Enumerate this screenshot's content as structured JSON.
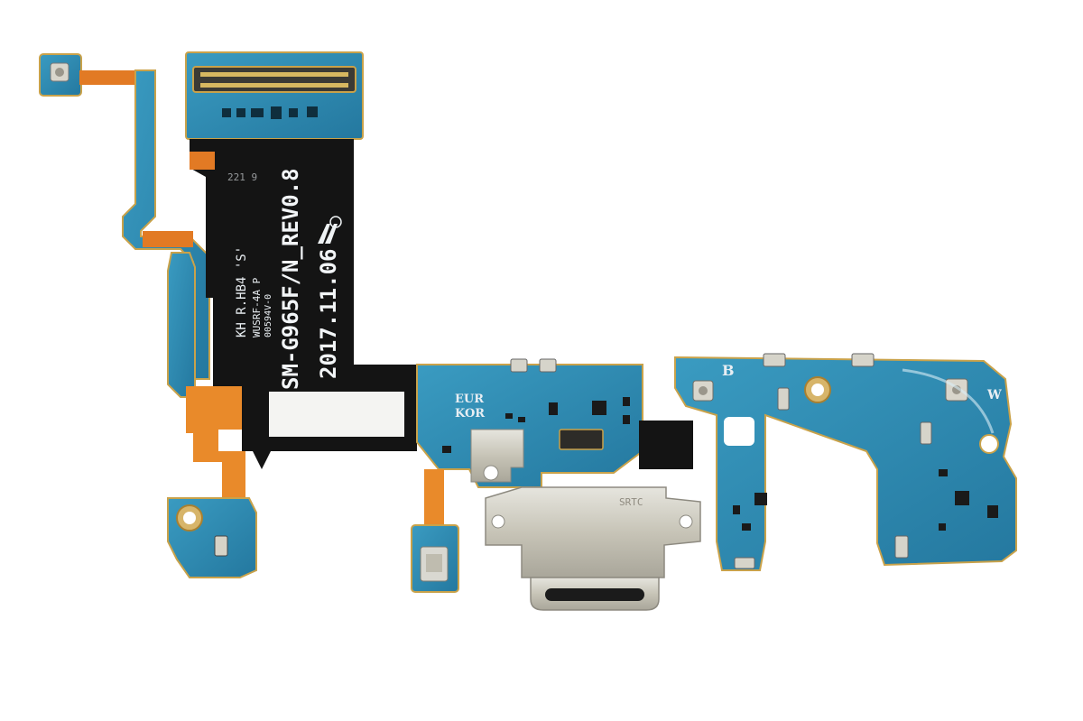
{
  "image": {
    "subject": "flex cable with charging port"
  },
  "labels": {
    "model": "SM-G965F/N_REV0.8",
    "date": "2017.11.06",
    "kh_line": "KH R.HB4 'S'",
    "code_line_1": "WUSRF-4A P",
    "code_line_2": "00594V-0",
    "region_1": "EUR",
    "region_2": "KOR",
    "mark_b": "B",
    "mark_w": "W",
    "small_code": "221 9",
    "port_text": "SRTC"
  },
  "colors": {
    "pcb_blue": "#2f8fb4",
    "pcb_blue_dark": "#1e6d8f",
    "flex_black": "#151515",
    "flex_orange": "#e27a24",
    "gold": "#c9a24a",
    "metal": "#cfcfc8"
  }
}
